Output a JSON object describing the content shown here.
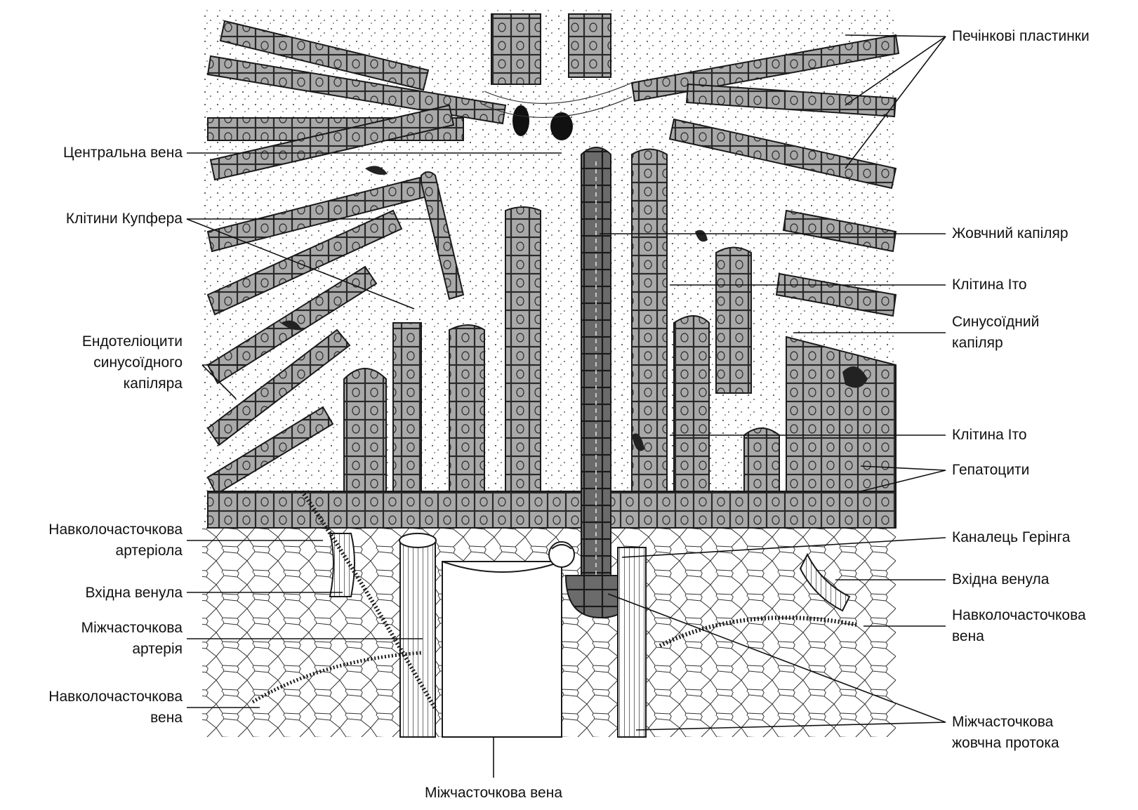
{
  "colors": {
    "hepatocyte": "#a9a9a9",
    "bile_duct": "#6b6b6b",
    "outline": "#1a1a1a",
    "background": "#ffffff",
    "label_text": "#111111"
  },
  "labels": {
    "plates": "Печінкові пластинки",
    "central_vein": "Центральна вена",
    "kupffer": "Клітини Купфера",
    "bile_canaliculus": "Жовчний капіляр",
    "ito_1": "Клітина Іто",
    "sinusoid": [
      "Синусоїдний",
      "капіляр"
    ],
    "endothelium": [
      "Ендотеліоцити",
      "синусоїдного",
      "капіляра"
    ],
    "ito_2": "Клітина Іто",
    "hepatocytes": "Гепатоцити",
    "perilobular_arteriole": [
      "Навколочасточкова",
      "артеріола"
    ],
    "hering": "Каналець Герінга",
    "inlet_venule_left": "Вхідна венула",
    "inlet_venule_right": "Вхідна венула",
    "interlobular_artery": [
      "Міжчасточкова",
      "артерія"
    ],
    "perilobular_vein_right": [
      "Навколочасточкова",
      "вена"
    ],
    "perilobular_vein_left": [
      "Навколочасточкова",
      "вена"
    ],
    "interlobular_bile_duct": [
      "Міжчасточкова",
      "жовчна протока"
    ],
    "interlobular_vein": "Міжчасточкова вена"
  }
}
